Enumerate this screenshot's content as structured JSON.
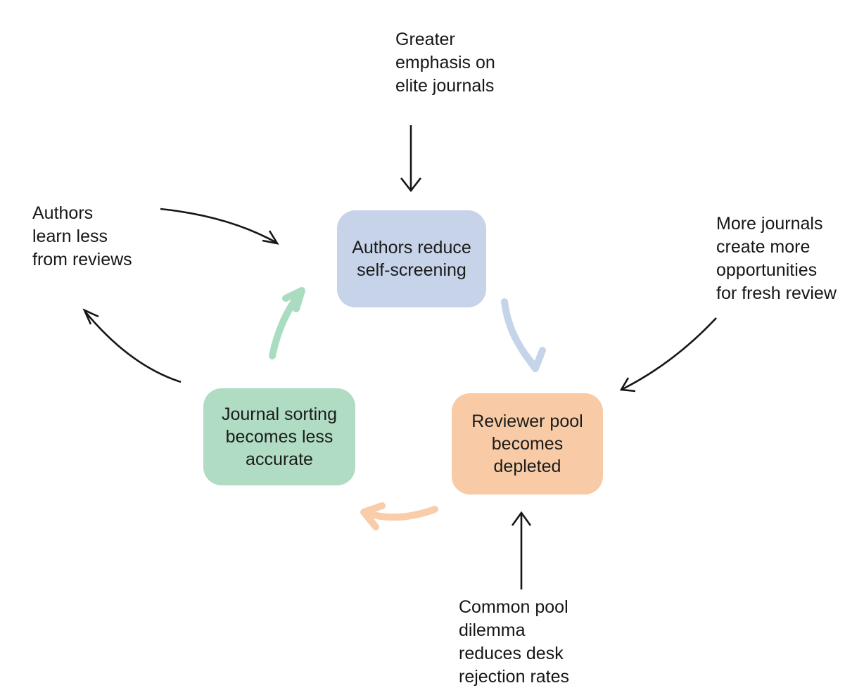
{
  "diagram": {
    "nodes": {
      "authors_reduce": {
        "label": "Authors reduce\nself-screening",
        "fill": "#c6d3e8"
      },
      "journal_sorting": {
        "label": "Journal sorting\nbecomes less\naccurate",
        "fill": "#b0dcc3"
      },
      "reviewer_pool": {
        "label": "Reviewer pool\nbecomes\ndepleted",
        "fill": "#f8cba6"
      }
    },
    "annotations": {
      "top": {
        "text": "Greater\nemphasis on\nelite journals"
      },
      "left": {
        "text": "Authors\nlearn less\nfrom reviews"
      },
      "right": {
        "text": "More journals\ncreate more\nopportunities\nfor fresh review"
      },
      "bottom": {
        "text": "Common pool\ndilemma\nreduces desk\nrejection rates"
      }
    },
    "arrow_colors": {
      "cycle_blue": "#c5d4e8",
      "cycle_green": "#a9dcc1",
      "cycle_orange": "#f9cda9",
      "thin_black": "#161616"
    },
    "text_color": "#1b1b1b"
  }
}
